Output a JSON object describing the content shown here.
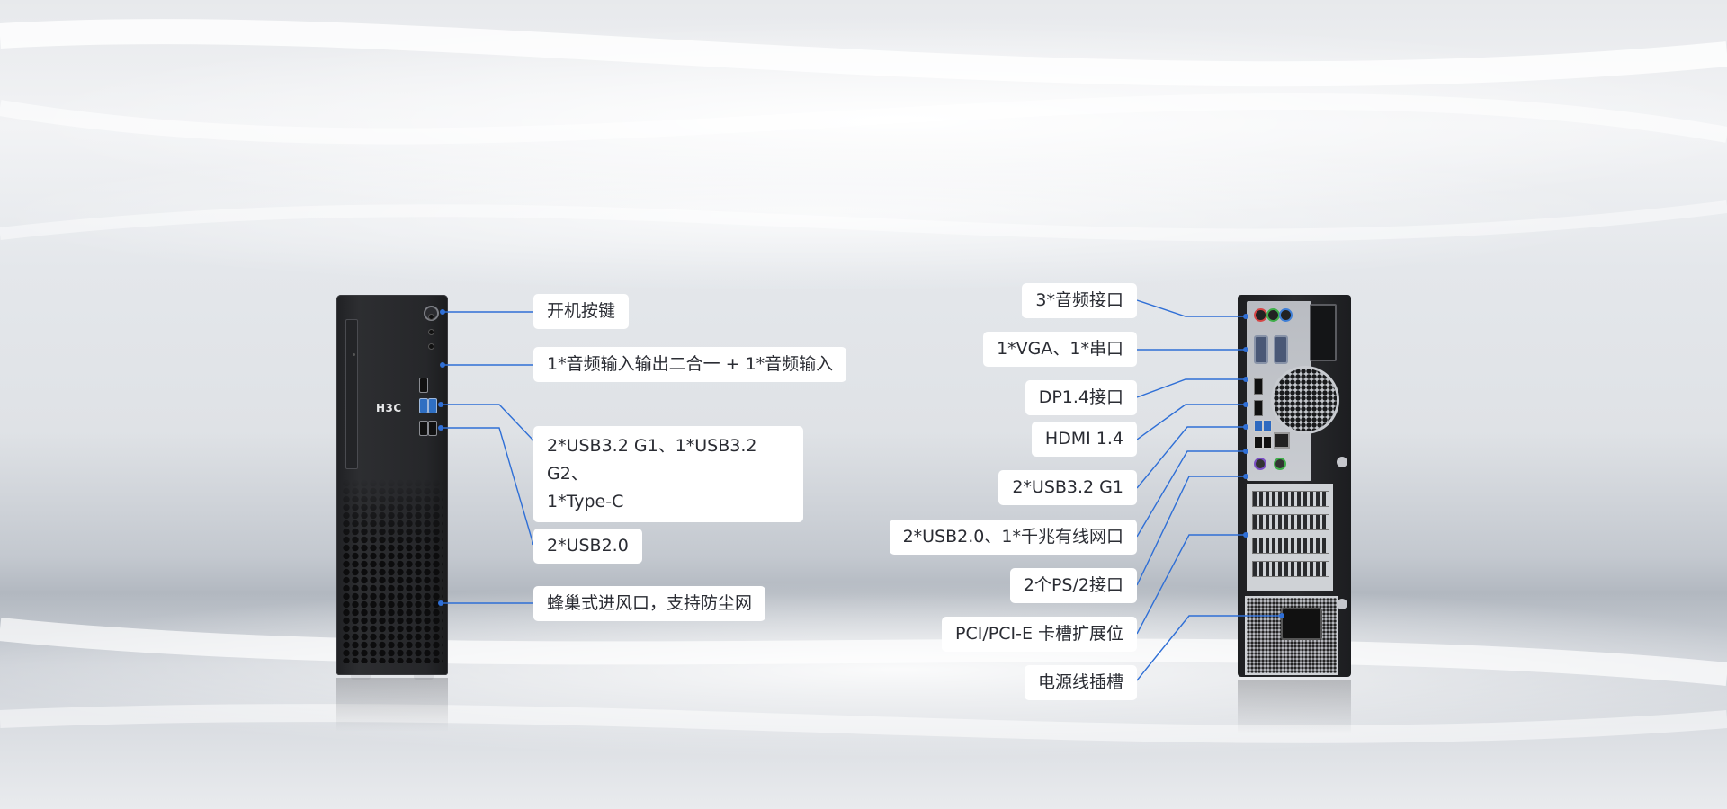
{
  "product": {
    "brand_mark": "H3C",
    "front_labels": [
      "开机按键",
      "1*音频输入输出二合一 + 1*音频输入",
      "2*USB3.2 G1、1*USB3.2 G2、\n1*Type-C",
      "2*USB2.0",
      "蜂巢式进风口，支持防尘网"
    ],
    "rear_labels": [
      "3*音频接口",
      "1*VGA、1*串口",
      "DP1.4接口",
      "HDMI 1.4",
      "2*USB3.2 G1",
      "2*USB2.0、1*千兆有线网口",
      "2个PS/2接口",
      "PCI/PCI-E 卡槽扩展位",
      "电源线插槽"
    ]
  },
  "colors": {
    "connector_line": "#2f6fd6",
    "label_bg": "#ffffff",
    "label_text": "#2a2c33",
    "chassis": "#26272a",
    "usb_blue": "#2f6fc2"
  }
}
